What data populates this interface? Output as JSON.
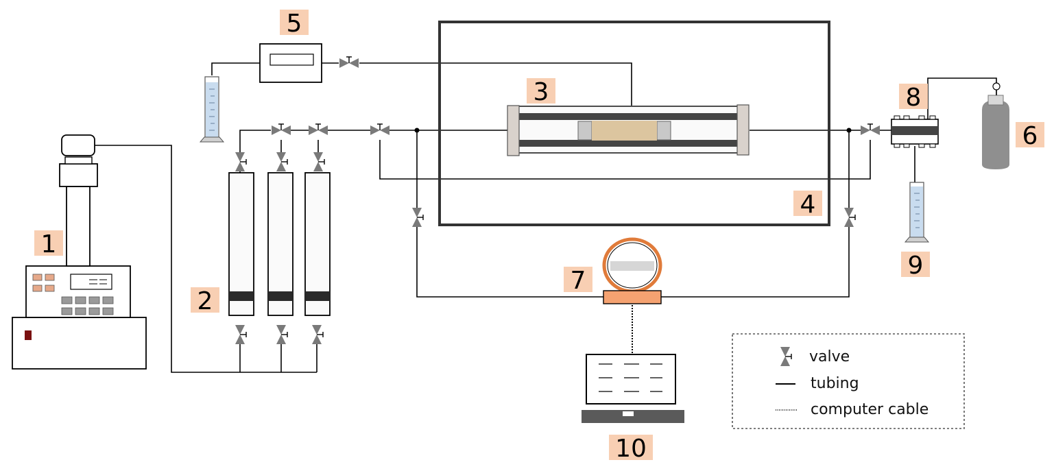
{
  "labels": [
    "1",
    "2",
    "3",
    "4",
    "5",
    "6",
    "7",
    "8",
    "9",
    "10"
  ],
  "legend": {
    "valve": "valve",
    "tubing": "tubing",
    "cable": "computer cable"
  },
  "colors": {
    "label_bg": "#f8cfb3",
    "core": "#dcc59f",
    "gauge_ring": "#e07b3a",
    "valve": "#7a7a7a",
    "cylinder_body": "#8a8a8a",
    "liquid": "#c9dcef"
  }
}
